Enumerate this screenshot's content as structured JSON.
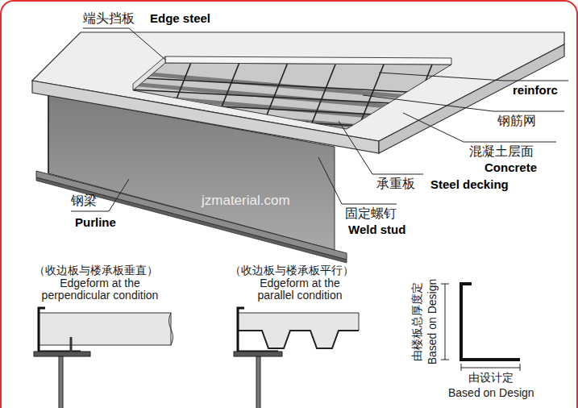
{
  "diagram": {
    "labels": [
      "端头挡板",
      "Edge steel",
      "reinforc",
      "钢筋网",
      "混凝土层面",
      "Concrete",
      "承重板",
      "Steel decking",
      "钢梁",
      "jzmaterial.com",
      "固定螺钉",
      "Purline",
      "Weld stud",
      "（收边板与楼承板垂直）",
      "Edgeform at the perpendicular condition",
      "（收边板与楼承板平行）",
      "Edgeform at the parallel condition",
      "由楼板总厚度定",
      "Based on Design",
      "由设计定",
      "Based on Design"
    ]
  }
}
